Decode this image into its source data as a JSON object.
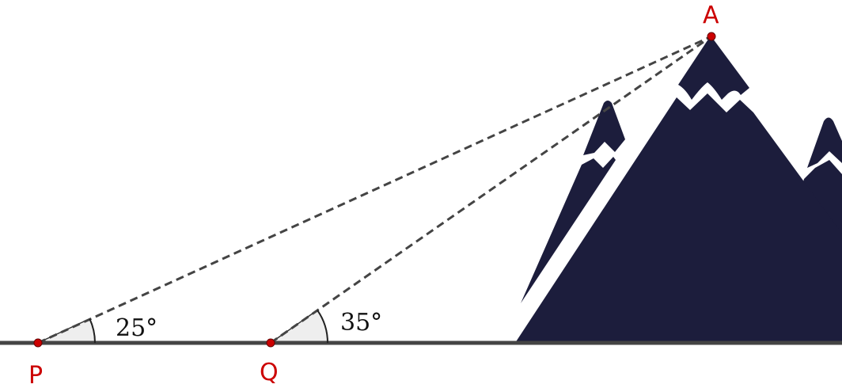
{
  "diagram": {
    "points": {
      "A": "A",
      "P": "P",
      "Q": "Q"
    },
    "angles": {
      "P": "25°",
      "Q": "35°"
    },
    "colors": {
      "point": "#cc0000",
      "point_label": "#cc0000",
      "line": "#444444",
      "mountain": "#1c1d3c",
      "angle_fill": "#eeeeee",
      "text": "#111111"
    }
  }
}
